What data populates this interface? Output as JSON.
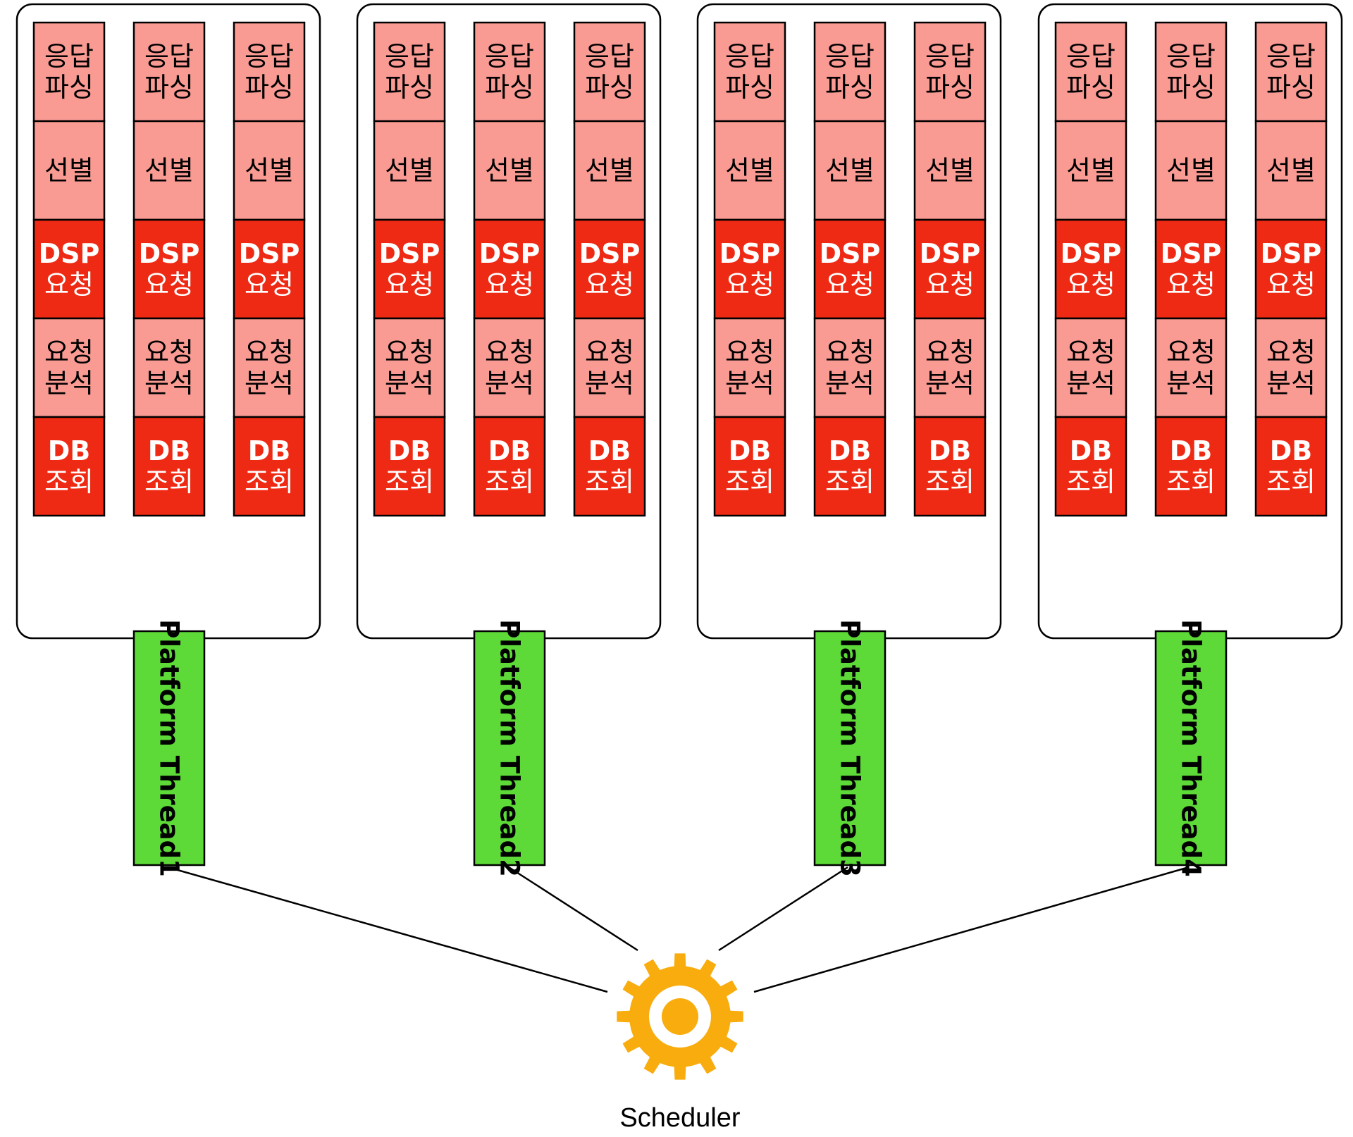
{
  "colors": {
    "light_red": "#f99a93",
    "dark_red": "#ef2a14",
    "dark_text": "#ffffff",
    "light_text": "#000000",
    "thread_green": "#5dd938",
    "gear_orange": "#f8ac0d"
  },
  "groups": [
    {
      "thread_label": "Platform Thread1",
      "columns": [
        [
          {
            "lines": [
              "응답",
              "파싱"
            ],
            "style": "light"
          },
          {
            "lines": [
              "선별"
            ],
            "style": "light"
          },
          {
            "lines": [
              "DSP",
              "요청"
            ],
            "style": "dark"
          },
          {
            "lines": [
              "요청",
              "분석"
            ],
            "style": "light"
          },
          {
            "lines": [
              "DB",
              "조회"
            ],
            "style": "dark"
          }
        ],
        [
          {
            "lines": [
              "응답",
              "파싱"
            ],
            "style": "light"
          },
          {
            "lines": [
              "선별"
            ],
            "style": "light"
          },
          {
            "lines": [
              "DSP",
              "요청"
            ],
            "style": "dark"
          },
          {
            "lines": [
              "요청",
              "분석"
            ],
            "style": "light"
          },
          {
            "lines": [
              "DB",
              "조회"
            ],
            "style": "dark"
          }
        ],
        [
          {
            "lines": [
              "응답",
              "파싱"
            ],
            "style": "light"
          },
          {
            "lines": [
              "선별"
            ],
            "style": "light"
          },
          {
            "lines": [
              "DSP",
              "요청"
            ],
            "style": "dark"
          },
          {
            "lines": [
              "요청",
              "분석"
            ],
            "style": "light"
          },
          {
            "lines": [
              "DB",
              "조회"
            ],
            "style": "dark"
          }
        ]
      ]
    },
    {
      "thread_label": "Platform Thread2",
      "columns": [
        [
          {
            "lines": [
              "응답",
              "파싱"
            ],
            "style": "light"
          },
          {
            "lines": [
              "선별"
            ],
            "style": "light"
          },
          {
            "lines": [
              "DSP",
              "요청"
            ],
            "style": "dark"
          },
          {
            "lines": [
              "요청",
              "분석"
            ],
            "style": "light"
          },
          {
            "lines": [
              "DB",
              "조회"
            ],
            "style": "dark"
          }
        ],
        [
          {
            "lines": [
              "응답",
              "파싱"
            ],
            "style": "light"
          },
          {
            "lines": [
              "선별"
            ],
            "style": "light"
          },
          {
            "lines": [
              "DSP",
              "요청"
            ],
            "style": "dark"
          },
          {
            "lines": [
              "요청",
              "분석"
            ],
            "style": "light"
          },
          {
            "lines": [
              "DB",
              "조회"
            ],
            "style": "dark"
          }
        ],
        [
          {
            "lines": [
              "응답",
              "파싱"
            ],
            "style": "light"
          },
          {
            "lines": [
              "선별"
            ],
            "style": "light"
          },
          {
            "lines": [
              "DSP",
              "요청"
            ],
            "style": "dark"
          },
          {
            "lines": [
              "요청",
              "분석"
            ],
            "style": "light"
          },
          {
            "lines": [
              "DB",
              "조회"
            ],
            "style": "dark"
          }
        ]
      ]
    },
    {
      "thread_label": "Platform Thread3",
      "columns": [
        [
          {
            "lines": [
              "응답",
              "파싱"
            ],
            "style": "light"
          },
          {
            "lines": [
              "선별"
            ],
            "style": "light"
          },
          {
            "lines": [
              "DSP",
              "요청"
            ],
            "style": "dark"
          },
          {
            "lines": [
              "요청",
              "분석"
            ],
            "style": "light"
          },
          {
            "lines": [
              "DB",
              "조회"
            ],
            "style": "dark"
          }
        ],
        [
          {
            "lines": [
              "응답",
              "파싱"
            ],
            "style": "light"
          },
          {
            "lines": [
              "선별"
            ],
            "style": "light"
          },
          {
            "lines": [
              "DSP",
              "요청"
            ],
            "style": "dark"
          },
          {
            "lines": [
              "요청",
              "분석"
            ],
            "style": "light"
          },
          {
            "lines": [
              "DB",
              "조회"
            ],
            "style": "dark"
          }
        ],
        [
          {
            "lines": [
              "응답",
              "파싱"
            ],
            "style": "light"
          },
          {
            "lines": [
              "선별"
            ],
            "style": "light"
          },
          {
            "lines": [
              "DSP",
              "요청"
            ],
            "style": "dark"
          },
          {
            "lines": [
              "요청",
              "분석"
            ],
            "style": "light"
          },
          {
            "lines": [
              "DB",
              "조회"
            ],
            "style": "dark"
          }
        ]
      ]
    },
    {
      "thread_label": "Platform Thread4",
      "columns": [
        [
          {
            "lines": [
              "응답",
              "파싱"
            ],
            "style": "light"
          },
          {
            "lines": [
              "선별"
            ],
            "style": "light"
          },
          {
            "lines": [
              "DSP",
              "요청"
            ],
            "style": "dark"
          },
          {
            "lines": [
              "요청",
              "분석"
            ],
            "style": "light"
          },
          {
            "lines": [
              "DB",
              "조회"
            ],
            "style": "dark"
          }
        ],
        [
          {
            "lines": [
              "응답",
              "파싱"
            ],
            "style": "light"
          },
          {
            "lines": [
              "선별"
            ],
            "style": "light"
          },
          {
            "lines": [
              "DSP",
              "요청"
            ],
            "style": "dark"
          },
          {
            "lines": [
              "요청",
              "분석"
            ],
            "style": "light"
          },
          {
            "lines": [
              "DB",
              "조회"
            ],
            "style": "dark"
          }
        ],
        [
          {
            "lines": [
              "응답",
              "파싱"
            ],
            "style": "light"
          },
          {
            "lines": [
              "선별"
            ],
            "style": "light"
          },
          {
            "lines": [
              "DSP",
              "요청"
            ],
            "style": "dark"
          },
          {
            "lines": [
              "요청",
              "분석"
            ],
            "style": "light"
          },
          {
            "lines": [
              "DB",
              "조회"
            ],
            "style": "dark"
          }
        ]
      ]
    }
  ],
  "scheduler": {
    "label": "Scheduler",
    "icon": "gear-icon"
  }
}
